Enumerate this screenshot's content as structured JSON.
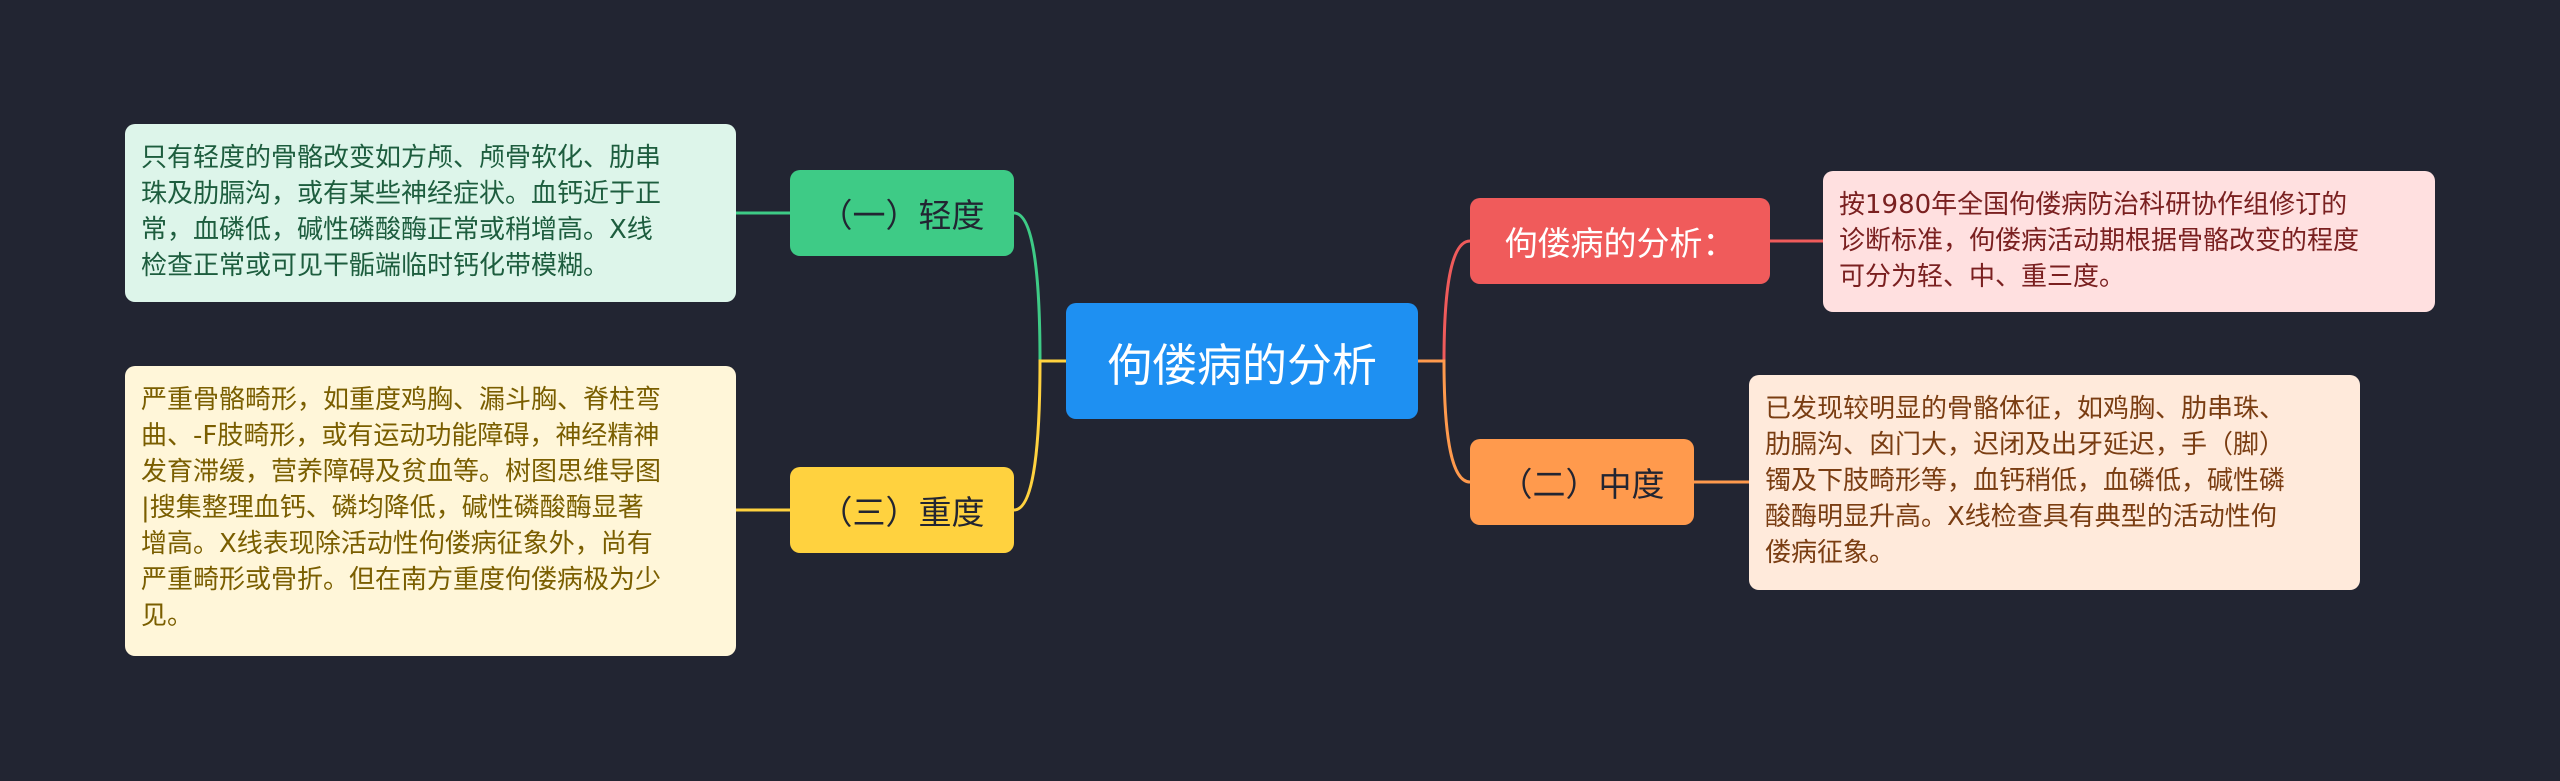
{
  "center": {
    "label": "佝偻病的分析",
    "color": "#1e90f2"
  },
  "branches": {
    "light": {
      "label": "（一）轻度",
      "color": "#3ecb86",
      "text_lines": [
        "只有轻度的骨骼改变如方颅、颅骨软化、肋串",
        "珠及肋膈沟，或有某些神经症状。血钙近于正",
        "常，血磷低，碱性磷酸酶正常或稍增高。X线",
        "检查正常或可见干骺端临时钙化带模糊。"
      ]
    },
    "severe": {
      "label": "（三）重度",
      "color": "#ffd23f",
      "text_lines": [
        "严重骨骼畸形，如重度鸡胸、漏斗胸、脊柱弯",
        "曲、-F肢畸形，或有运动功能障碍，神经精神",
        "发育滞缓，营养障碍及贫血等。树图思维导图",
        "|搜集整理血钙、磷均降低，碱性磷酸酶显著",
        "增高。X线表现除活动性佝偻病征象外，尚有",
        "严重畸形或骨折。但在南方重度佝偻病极为少",
        "见。"
      ]
    },
    "analysis": {
      "label": "佝偻病的分析：",
      "color": "#f05b5b",
      "text_lines": [
        "按1980年全国佝偻病防治科研协作组修订的",
        "诊断标准，佝偻病活动期根据骨骼改变的程度",
        "可分为轻、中、重三度。"
      ]
    },
    "moderate": {
      "label": "（二）中度",
      "color": "#ff9a4d",
      "text_lines": [
        "已发现较明显的骨骼体征，如鸡胸、肋串珠、",
        "肋膈沟、囟门大，迟闭及出牙延迟，手（脚）",
        "镯及下肢畸形等，血钙稍低，血磷低，碱性磷",
        "酸酶明显升高。X线检查具有典型的活动性佝",
        "偻病征象。"
      ]
    }
  }
}
